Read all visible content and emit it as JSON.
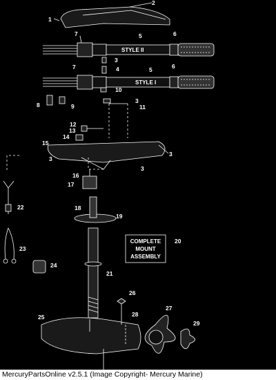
{
  "diagram": {
    "callouts": [
      {
        "id": "c1",
        "text": "1"
      },
      {
        "id": "c2",
        "text": "2"
      },
      {
        "id": "c3a",
        "text": "3"
      },
      {
        "id": "c3b",
        "text": "3"
      },
      {
        "id": "c3c",
        "text": "3"
      },
      {
        "id": "c3d",
        "text": "3"
      },
      {
        "id": "c3e",
        "text": "3"
      },
      {
        "id": "c4",
        "text": "4"
      },
      {
        "id": "c5a",
        "text": "5"
      },
      {
        "id": "c5b",
        "text": "5"
      },
      {
        "id": "c6a",
        "text": "6"
      },
      {
        "id": "c6b",
        "text": "6"
      },
      {
        "id": "c7a",
        "text": "7"
      },
      {
        "id": "c7b",
        "text": "7"
      },
      {
        "id": "c8",
        "text": "8"
      },
      {
        "id": "c9",
        "text": "9"
      },
      {
        "id": "c10",
        "text": "10"
      },
      {
        "id": "c11",
        "text": "11"
      },
      {
        "id": "c12",
        "text": "12"
      },
      {
        "id": "c13",
        "text": "13"
      },
      {
        "id": "c14",
        "text": "14"
      },
      {
        "id": "c15",
        "text": "15"
      },
      {
        "id": "c16",
        "text": "16"
      },
      {
        "id": "c17",
        "text": "17"
      },
      {
        "id": "c18",
        "text": "18"
      },
      {
        "id": "c19",
        "text": "19"
      },
      {
        "id": "c20",
        "text": "20"
      },
      {
        "id": "c21",
        "text": "21"
      },
      {
        "id": "c22",
        "text": "22"
      },
      {
        "id": "c23",
        "text": "23"
      },
      {
        "id": "c24",
        "text": "24"
      },
      {
        "id": "c25",
        "text": "25"
      },
      {
        "id": "c26",
        "text": "26"
      },
      {
        "id": "c27",
        "text": "27"
      },
      {
        "id": "c28",
        "text": "28"
      },
      {
        "id": "c29",
        "text": "29"
      }
    ],
    "tiller_label_style2": "STYLE II",
    "tiller_label_style1": "STYLE I",
    "mount_box_lines": [
      "COMPLETE",
      "MOUNT",
      "ASSEMBLY"
    ]
  },
  "footer": {
    "text": "MercuryPartsOnline v2.5.1 (Image Copyright- Mercury Marine)"
  }
}
